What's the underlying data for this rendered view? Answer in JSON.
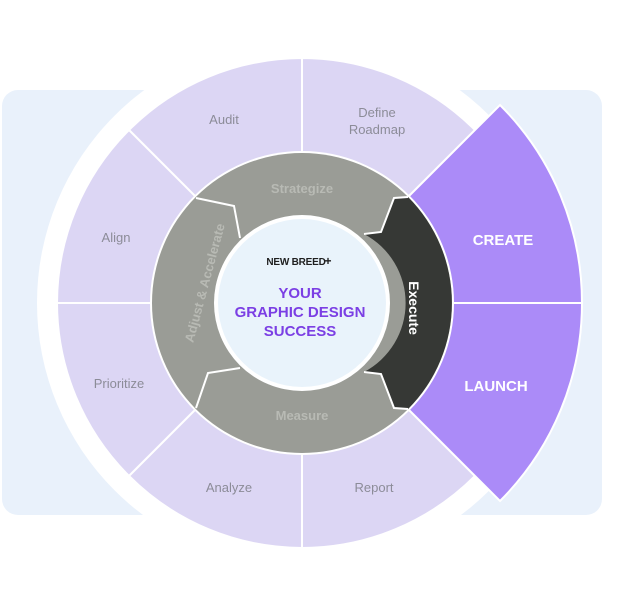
{
  "brand": {
    "logo_text": "NEW BREED",
    "logo_plus": "+"
  },
  "center": {
    "line1": "YOUR",
    "line2": "GRAPHIC DESIGN",
    "line3": "SUCCESS"
  },
  "phases": {
    "strategize": "Strategize",
    "adjust": "Adjust & Accelerate",
    "measure": "Measure",
    "execute": "Execute"
  },
  "steps": {
    "audit": "Audit",
    "define_line1": "Define",
    "define_line2": "Roadmap",
    "align": "Align",
    "prioritize": "Prioritize",
    "analyze": "Analyze",
    "report": "Report",
    "create": "CREATE",
    "launch": "LAUNCH"
  },
  "colors": {
    "panel": "#E9F1FB",
    "outer_segment": "#DCD6F4",
    "accent_segment": "#AB8BF8",
    "ring_gray": "#9A9C96",
    "execute_dark": "#363835",
    "center_fill": "#E9F3FB",
    "center_text": "#7B3FE4",
    "step_text": "#8C8C98"
  }
}
